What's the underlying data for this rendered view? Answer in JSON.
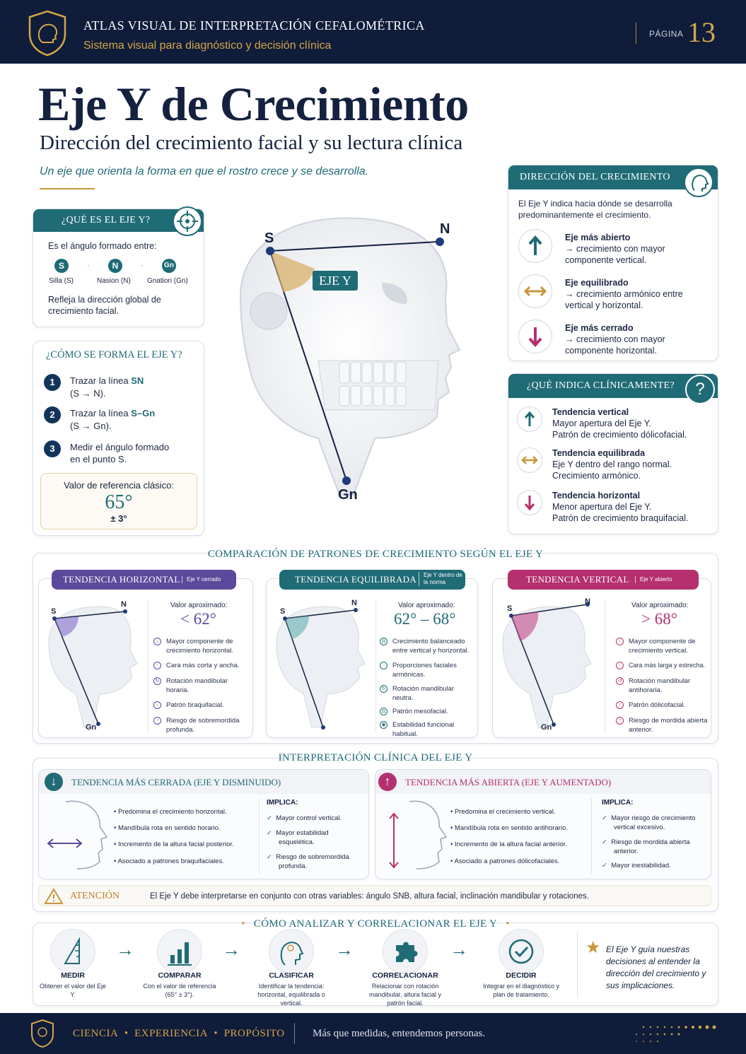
{
  "header": {
    "title": "ATLAS VISUAL DE INTERPRETACIÓN CEFALOMÉTRICA",
    "subtitle": "Sistema visual para diagnóstico y decisión clínica",
    "page_label": "PÁGINA",
    "page_number": "13"
  },
  "hero": {
    "title": "Eje Y de Crecimiento",
    "subtitle": "Dirección del crecimiento facial y su lectura clínica",
    "tagline": "Un eje que orienta la forma en que el rostro crece y se desarrolla."
  },
  "diagram": {
    "point_s": "S",
    "point_n": "N",
    "point_gn": "Gn",
    "angle_label": "EJE Y"
  },
  "que_es": {
    "title": "¿QUÉ ES EL EJE Y?",
    "intro": "Es el ángulo formado entre:",
    "points": [
      {
        "badge": "S",
        "label": "Silla (S)"
      },
      {
        "badge": "N",
        "label": "Nasion (N)"
      },
      {
        "badge": "Gn",
        "label": "Gnation (Gn)"
      }
    ],
    "summary": "Refleja la dirección global de crecimiento facial."
  },
  "como_forma": {
    "title": "¿CÓMO SE FORMA EL EJE Y?",
    "steps": [
      {
        "num": "1",
        "text": "Trazar la línea ",
        "hl": "SN",
        "sub": "(S → N)."
      },
      {
        "num": "2",
        "text": "Trazar la línea ",
        "hl": "S–Gn",
        "sub": "(S → Gn)."
      },
      {
        "num": "3",
        "text": "Medir el ángulo formado",
        "hl": "",
        "sub": "en el punto S."
      }
    ],
    "ref_label": "Valor de referencia clásico:",
    "ref_value": "65°",
    "ref_range": "± 3°"
  },
  "direccion": {
    "title": "DIRECCIÓN DEL CRECIMIENTO",
    "intro": "El Eje Y indica hacia dónde se desarrolla predominantemente el crecimiento.",
    "items": [
      {
        "head": "Eje más abierto",
        "body": "→ crecimiento con mayor componente vertical."
      },
      {
        "head": "Eje equilibrado",
        "body": "→ crecimiento armónico entre vertical y horizontal."
      },
      {
        "head": "Eje más cerrado",
        "body": "→ crecimiento con mayor componente horizontal."
      }
    ]
  },
  "clinica": {
    "title": "¿QUÉ INDICA CLÍNICAMENTE?",
    "items": [
      {
        "head": "Tendencia vertical",
        "line1": "Mayor apertura del Eje Y.",
        "line2": "Patrón de crecimiento dólicofacial."
      },
      {
        "head": "Tendencia equilibrada",
        "line1": "Eje Y dentro del rango normal.",
        "line2": "Crecimiento armónico."
      },
      {
        "head": "Tendencia horizontal",
        "line1": "Menor apertura del Eje Y.",
        "line2": "Patrón de crecimiento braquifacial."
      }
    ]
  },
  "comparacion": {
    "title": "COMPARACIÓN DE PATRONES DE CRECIMIENTO SEGÚN EL EJE Y",
    "patterns": [
      {
        "name": "TENDENCIA HORIZONTAL",
        "tag": "Eje Y cerrado",
        "value_label": "Valor aproximado:",
        "value": "< 62°",
        "items": [
          "Mayor componente de crecimiento horizontal.",
          "Cara más corta y ancha.",
          "Rotación mandibular horaria.",
          "Patrón braquifacial.",
          "Riesgo de sobremordida profunda."
        ],
        "color": "#5b4a9b"
      },
      {
        "name": "TENDENCIA EQUILIBRADA",
        "tag": "Eje Y dentro de la norma",
        "value_label": "Valor aproximado:",
        "value": "62° – 68°",
        "items": [
          "Crecimiento balanceado entre vertical y horizontal.",
          "Proporciones faciales armónicas.",
          "Rotación mandibular neutra.",
          "Patrón mesofacial.",
          "Estabilidad funcional habitual."
        ],
        "color": "#1f6b76"
      },
      {
        "name": "TENDENCIA VERTICAL",
        "tag": "Eje Y abierto",
        "value_label": "Valor aproximado:",
        "value": "> 68°",
        "items": [
          "Mayor componente de crecimiento vertical.",
          "Cara más larga y estrecha.",
          "Rotación mandibular antihoraria.",
          "Patrón dólicofacial.",
          "Riesgo de mordida abierta anterior."
        ],
        "color": "#b5306e"
      }
    ],
    "point_s": "S",
    "point_n": "N",
    "point_gn": "Gn"
  },
  "interpretacion": {
    "title": "INTERPRETACIÓN CLÍNICA DEL EJE Y",
    "cerrada": {
      "title": "TENDENCIA MÁS CERRADA (EJE Y DISMINUIDO)",
      "bullets": [
        "Predomina el crecimiento horizontal.",
        "Mandíbula rota en sentido horario.",
        "Incremento de la altura facial posterior.",
        "Asociado a patrones braquifaciales."
      ],
      "implica_label": "IMPLICA:",
      "implica": [
        "Mayor control vertical.",
        "Mayor estabilidad esquelética.",
        "Riesgo de sobremordida profunda."
      ]
    },
    "abierta": {
      "title": "TENDENCIA MÁS ABIERTA (EJE Y AUMENTADO)",
      "bullets": [
        "Predomina el crecimiento vertical.",
        "Mandíbula rota en sentido antihorario.",
        "Incremento de la altura facial anterior.",
        "Asociado a patrones dólicofaciales."
      ],
      "implica_label": "IMPLICA:",
      "implica": [
        "Mayor riesgo de crecimiento vertical excesivo.",
        "Riesgo de mordida abierta anterior.",
        "Mayor inestabilidad."
      ]
    },
    "attention_label": "ATENCIÓN",
    "attention_text": "El Eje Y debe interpretarse en conjunto con otras variables: ángulo SNB, altura facial, inclinación mandibular y rotaciones."
  },
  "analizar": {
    "title": "CÓMO ANALIZAR Y CORRELACIONAR EL EJE Y",
    "steps": [
      {
        "label": "MEDIR",
        "desc": "Obtener el valor del Eje Y."
      },
      {
        "label": "COMPARAR",
        "desc": "Con el valor de referencia (65° ± 3°)."
      },
      {
        "label": "CLASIFICAR",
        "desc": "Identificar la tendencia: horizontal, equilibrada o vertical."
      },
      {
        "label": "CORRELACIONAR",
        "desc": "Relacionar con rotación mandibular, altura facial y patrón facial."
      },
      {
        "label": "DECIDIR",
        "desc": "Integrar en el diagnóstico y plan de tratamiento."
      }
    ],
    "quote": "El Eje Y guía nuestras decisiones al entender la dirección del crecimiento y sus implicaciones."
  },
  "footer": {
    "values": [
      "CIENCIA",
      "EXPERIENCIA",
      "PROPÓSITO"
    ],
    "motto": "Más que medidas, entendemos personas."
  },
  "colors": {
    "navy": "#0f1c3a",
    "teal": "#1f6b76",
    "gold": "#c9963d",
    "purple": "#5b4a9b",
    "magenta": "#b5306e"
  }
}
